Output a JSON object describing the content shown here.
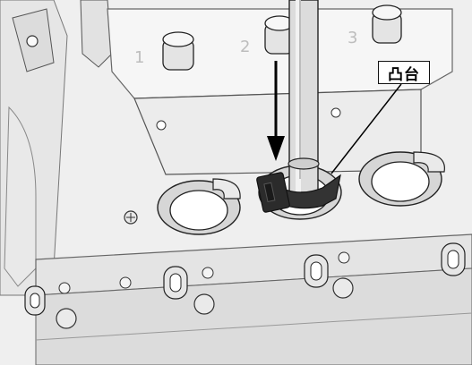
{
  "figure": {
    "callout_label": "凸台",
    "marked_numbers": [
      "1",
      "2",
      "3"
    ]
  },
  "colors": {
    "background": "#ffffff",
    "line_art": "#111111",
    "part_body": "#ececec",
    "part_shadow": "#d4d4d4",
    "clip": "#2b2b2b",
    "arrow": "#000000"
  }
}
